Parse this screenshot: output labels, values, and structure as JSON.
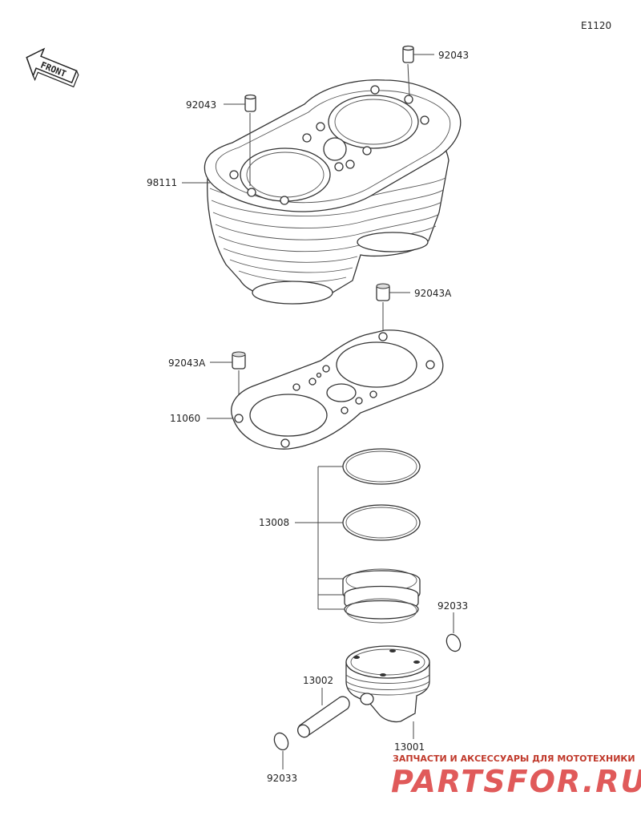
{
  "diagram_code": "E1120",
  "front_label": "FRONT",
  "labels": {
    "dowel_right": "92043",
    "dowel_left": "92043",
    "cylinder": "98111",
    "dowel_a_right": "92043A",
    "dowel_a_left": "92043A",
    "gasket": "11060",
    "rings": "13008",
    "circlip_right": "92033",
    "pin": "13002",
    "piston": "13001",
    "circlip_left": "92033"
  },
  "watermark": {
    "tagline": "ЗАПЧАСТИ И АКСЕССУАРЫ ДЛЯ МОТОТЕХНИКИ",
    "brand": "PARTSFOR.RU"
  }
}
